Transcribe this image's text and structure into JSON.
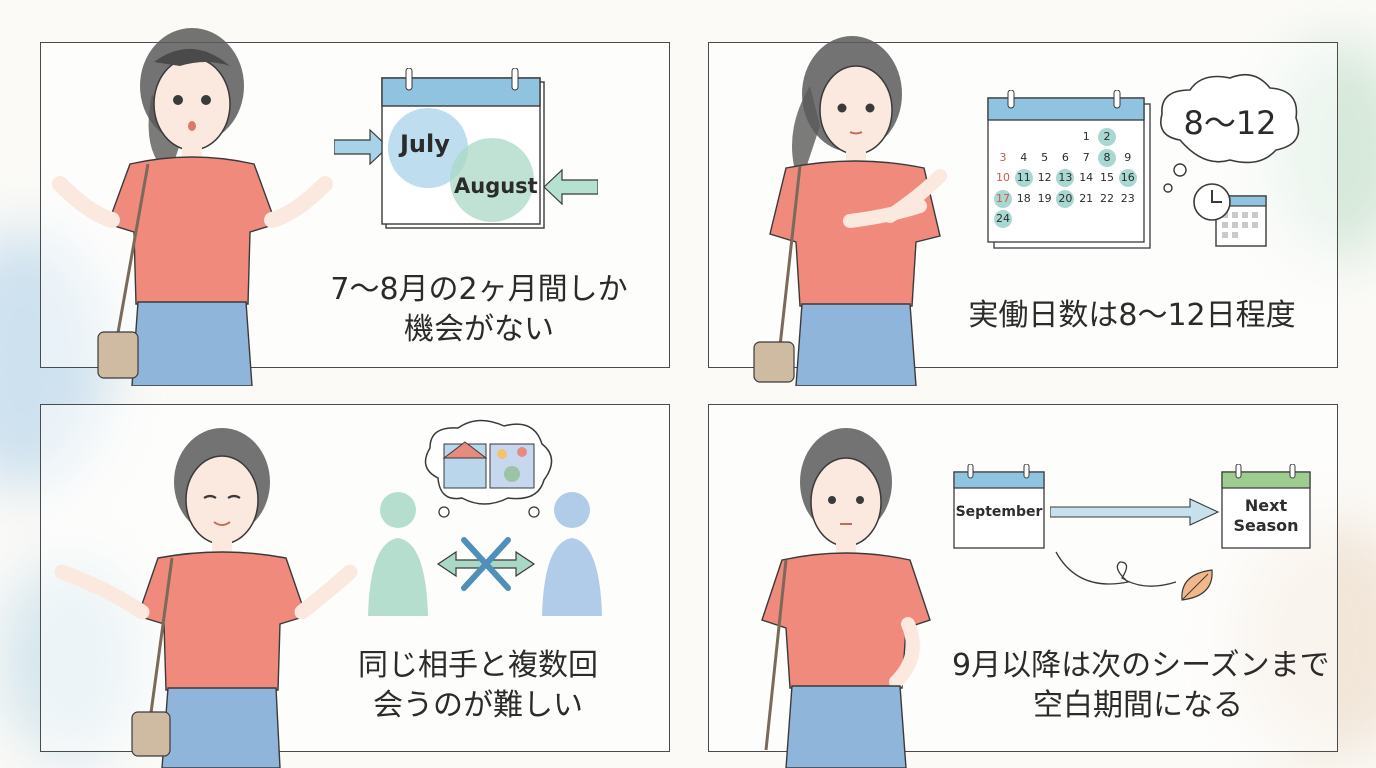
{
  "panels": {
    "p1": {
      "caption_line1": "7〜8月の2ヶ月間しか",
      "caption_line2": "機会がない",
      "calendar_label_1": "July",
      "calendar_label_2": "August"
    },
    "p2": {
      "caption": "実働日数は8〜12日程度",
      "bubble_text": "8〜12",
      "calendar_rows": [
        [
          "",
          "",
          "",
          "",
          "1",
          "2",
          ""
        ],
        [
          "3",
          "4",
          "5",
          "6",
          "7",
          "8",
          "9"
        ],
        [
          "10",
          "11",
          "12",
          "13",
          "14",
          "15",
          "16"
        ],
        [
          "17",
          "18",
          "19",
          "20",
          "21",
          "22",
          "23"
        ],
        [
          "24",
          "",
          "",
          "",
          "",
          "",
          ""
        ]
      ],
      "highlighted_days": [
        "2",
        "8",
        "11",
        "13",
        "16",
        "17",
        "20",
        "24"
      ]
    },
    "p3": {
      "caption_line1": "同じ相手と複数回",
      "caption_line2": "会うのが難しい"
    },
    "p4": {
      "caption_line1": "9月以降は次のシーズンまで",
      "caption_line2": "空白期間になる",
      "calendar_from": "September",
      "calendar_to_line1": "Next",
      "calendar_to_line2": "Season"
    }
  },
  "colors": {
    "shirt": "#ef8a7c",
    "jeans": "#8fb6da",
    "calendar_header_blue": "#8fc3e0",
    "calendar_header_green": "#9ccc8f",
    "teal_highlight": "#a9d8d2",
    "outline": "#3a3a3a"
  }
}
